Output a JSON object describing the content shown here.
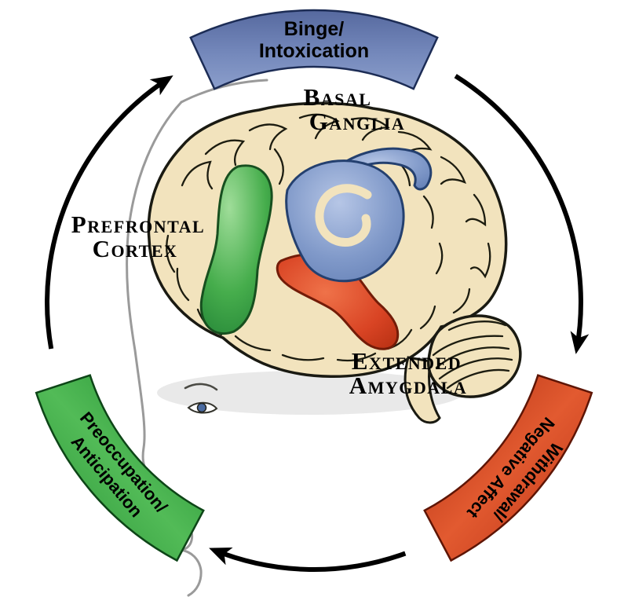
{
  "stages": {
    "binge": {
      "line1": "Binge/",
      "line2": "Intoxication"
    },
    "withdrawal": {
      "line1": "Withdrawal/",
      "line2": "Negative Affect"
    },
    "preoccupation": {
      "line1": "Preoccupation/",
      "line2": "Anticipation"
    }
  },
  "regions": {
    "basal_ganglia": {
      "line1": "Basal",
      "line2": "Ganglia"
    },
    "prefrontal_cortex": {
      "line1": "Prefrontal",
      "line2": "Cortex"
    },
    "extended_amygdala": {
      "line1": "Extended",
      "line2": "Amygdala"
    }
  },
  "colors": {
    "binge_banner": "#6b81b6",
    "withdrawal_banner": "#d84f2a",
    "preoccupation_banner": "#3fa849",
    "basal_ganglia": "#8099c9",
    "prefrontal_cortex": "#46ad4c",
    "extended_amygdala": "#d94424",
    "brain_fill": "#f2e3bd",
    "outline": "#1a1a12",
    "head_profile": "#9a9a9a",
    "arrow": "#000000"
  }
}
